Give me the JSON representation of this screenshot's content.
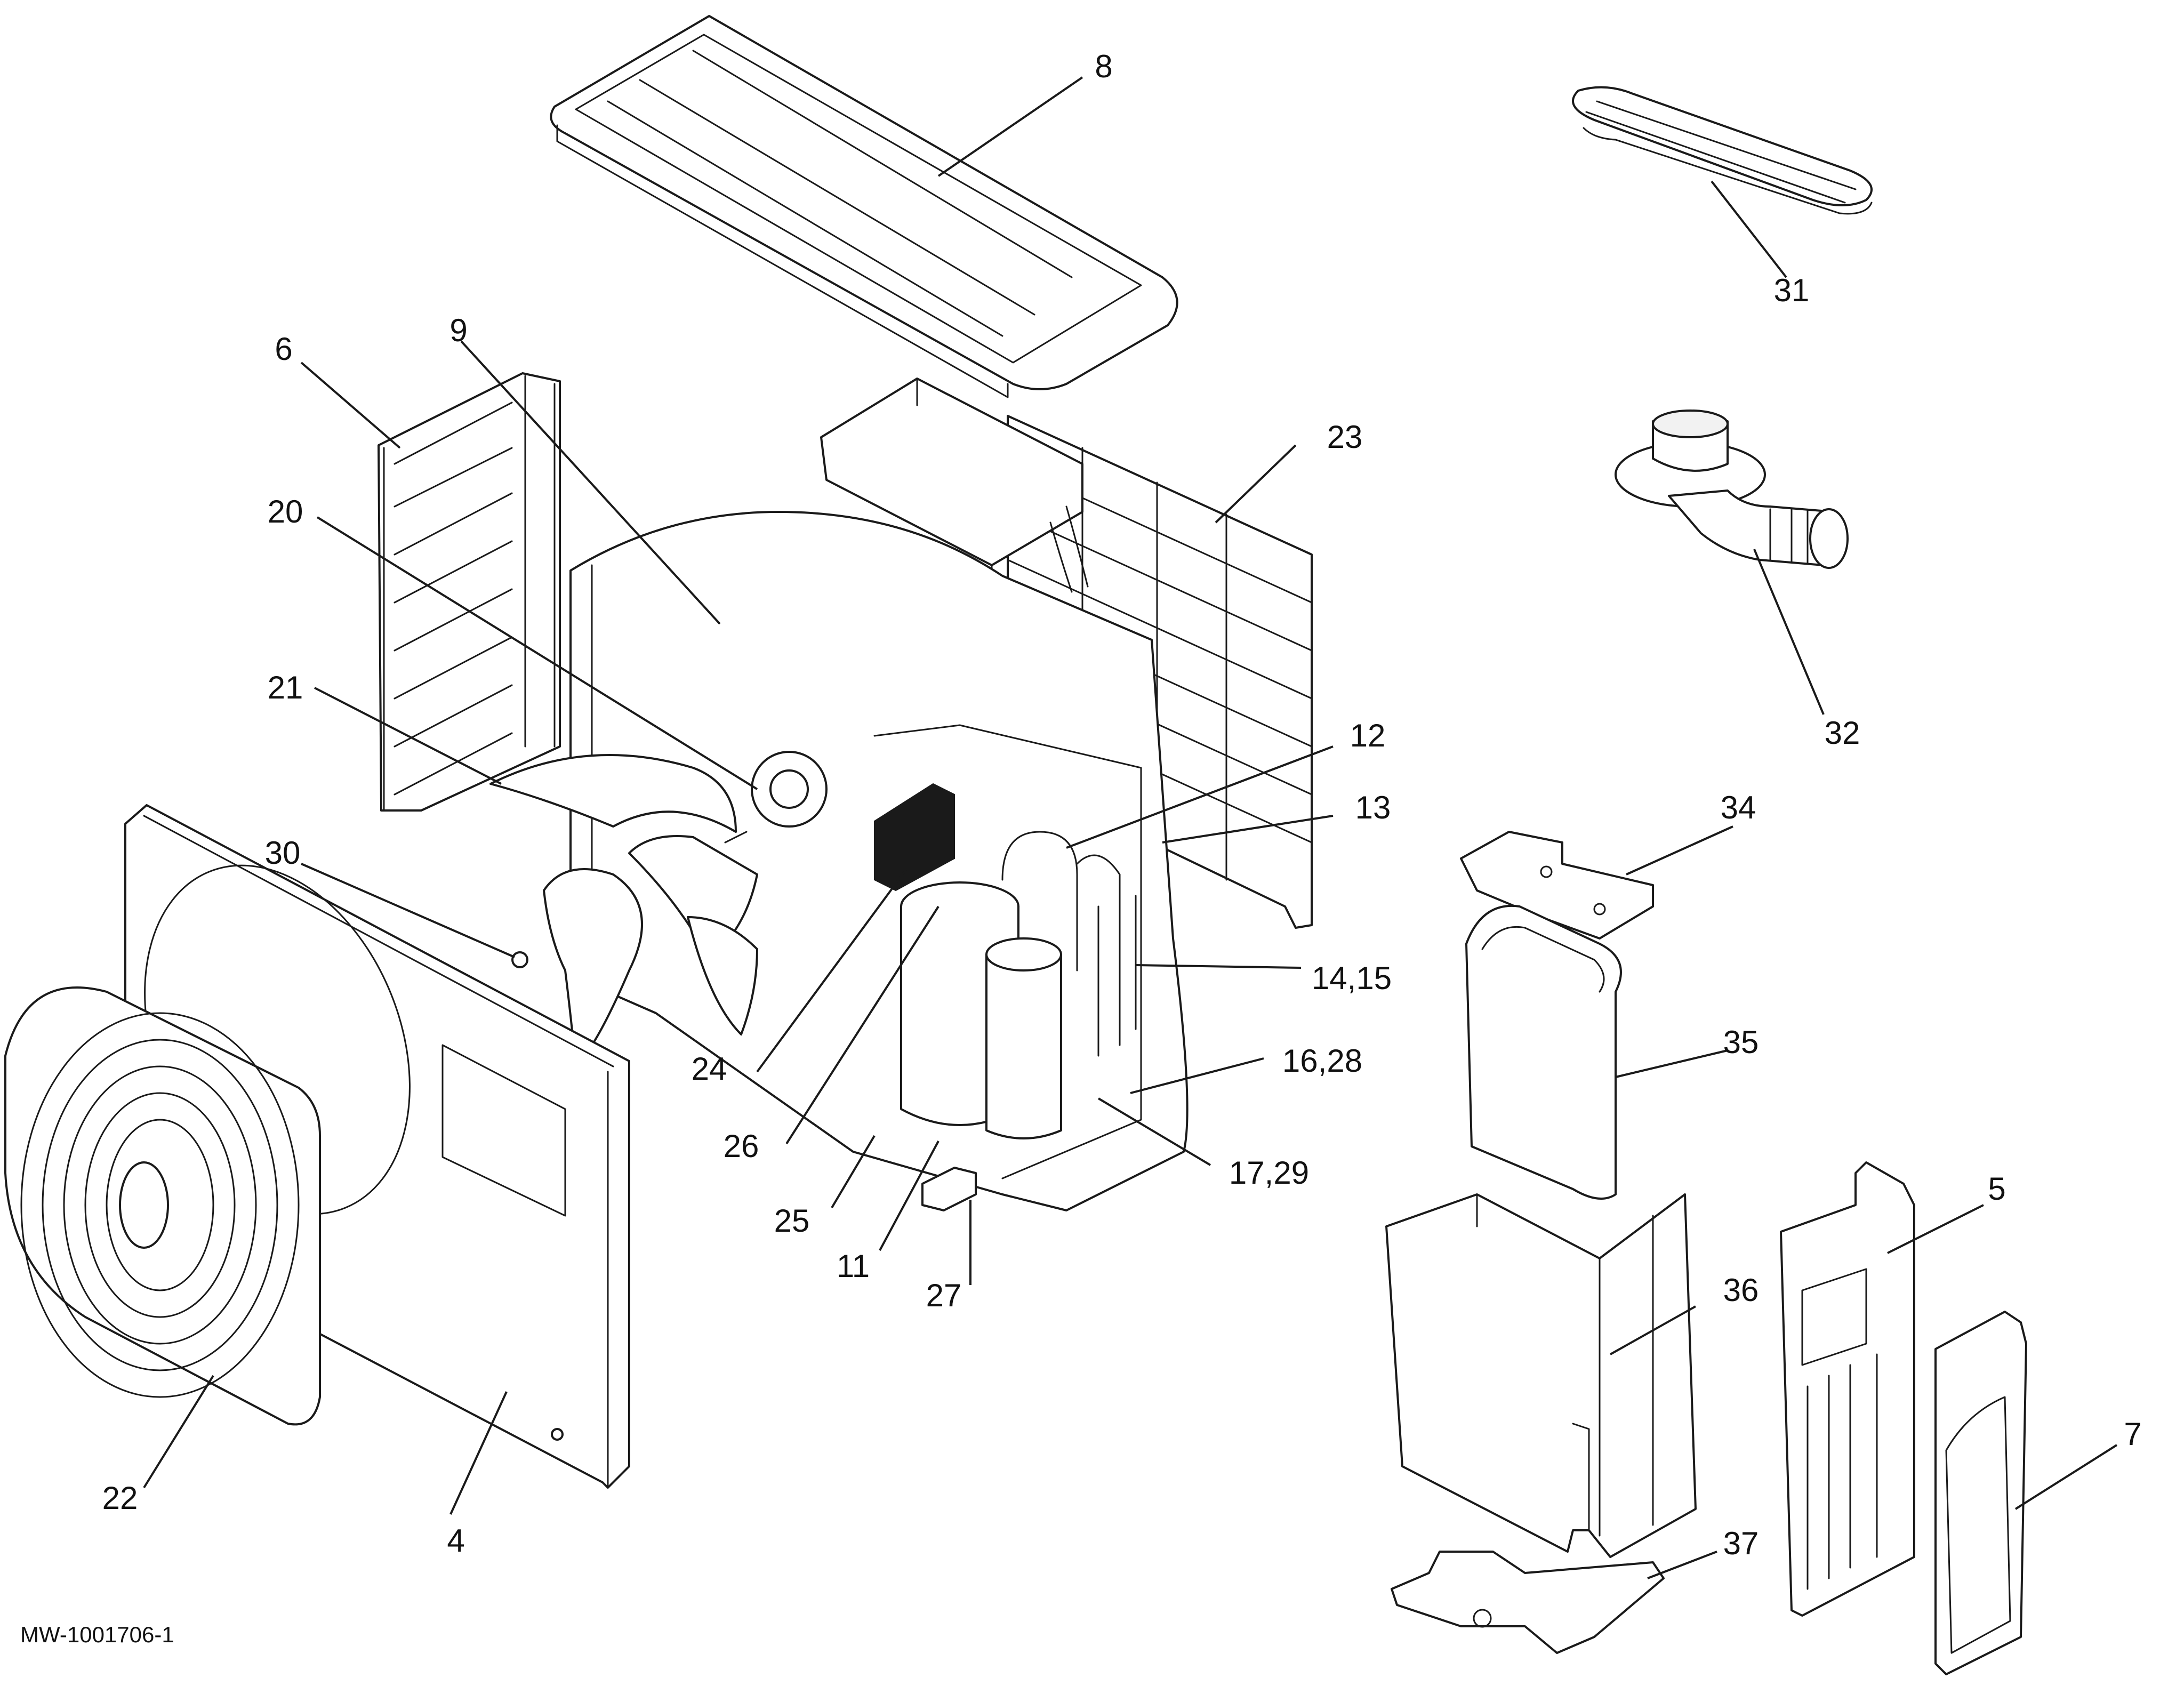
{
  "diagram": {
    "reference": "MW-1001706-1",
    "callouts": [
      {
        "id": "c8",
        "label": "8"
      },
      {
        "id": "c31",
        "label": "31"
      },
      {
        "id": "c9",
        "label": "9"
      },
      {
        "id": "c6",
        "label": "6"
      },
      {
        "id": "c23",
        "label": "23"
      },
      {
        "id": "c20",
        "label": "20"
      },
      {
        "id": "c21",
        "label": "21"
      },
      {
        "id": "c32",
        "label": "32"
      },
      {
        "id": "c12",
        "label": "12"
      },
      {
        "id": "c13",
        "label": "13"
      },
      {
        "id": "c34",
        "label": "34"
      },
      {
        "id": "c30",
        "label": "30"
      },
      {
        "id": "c1415",
        "label": "14,15"
      },
      {
        "id": "c35",
        "label": "35"
      },
      {
        "id": "c1628",
        "label": "16,28"
      },
      {
        "id": "c24",
        "label": "24"
      },
      {
        "id": "c26",
        "label": "26"
      },
      {
        "id": "c1729",
        "label": "17,29"
      },
      {
        "id": "c5",
        "label": "5"
      },
      {
        "id": "c25",
        "label": "25"
      },
      {
        "id": "c36",
        "label": "36"
      },
      {
        "id": "c11",
        "label": "11"
      },
      {
        "id": "c27",
        "label": "27"
      },
      {
        "id": "c7",
        "label": "7"
      },
      {
        "id": "c37",
        "label": "37"
      },
      {
        "id": "c22",
        "label": "22"
      },
      {
        "id": "c4",
        "label": "4"
      }
    ]
  }
}
